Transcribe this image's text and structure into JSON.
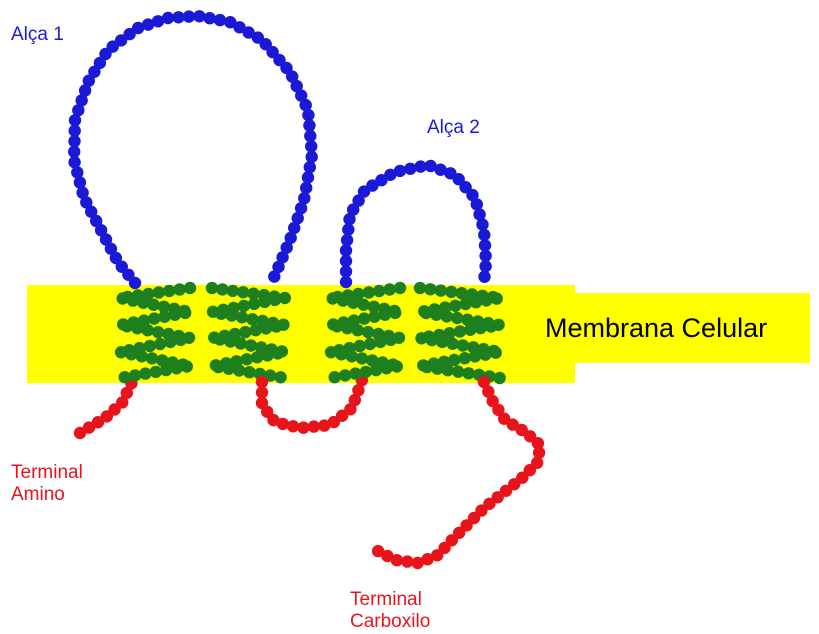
{
  "labels": {
    "loop1": "Alça 1",
    "loop2": "Alça 2",
    "membrane": "Membrana Celular",
    "amino_line1": "Terminal",
    "amino_line2": "Amino",
    "carboxyl_line1": "Terminal",
    "carboxyl_line2": "Carboxilo"
  },
  "colors": {
    "membrane": "#ffff00",
    "loop_residues": "#1a1ad6",
    "transmembrane_residues": "#1e7f1e",
    "terminal_residues": "#e8141b",
    "loop_label": "#1a1ad6",
    "terminal_label": "#e8141b",
    "membrane_label": "#000000"
  }
}
